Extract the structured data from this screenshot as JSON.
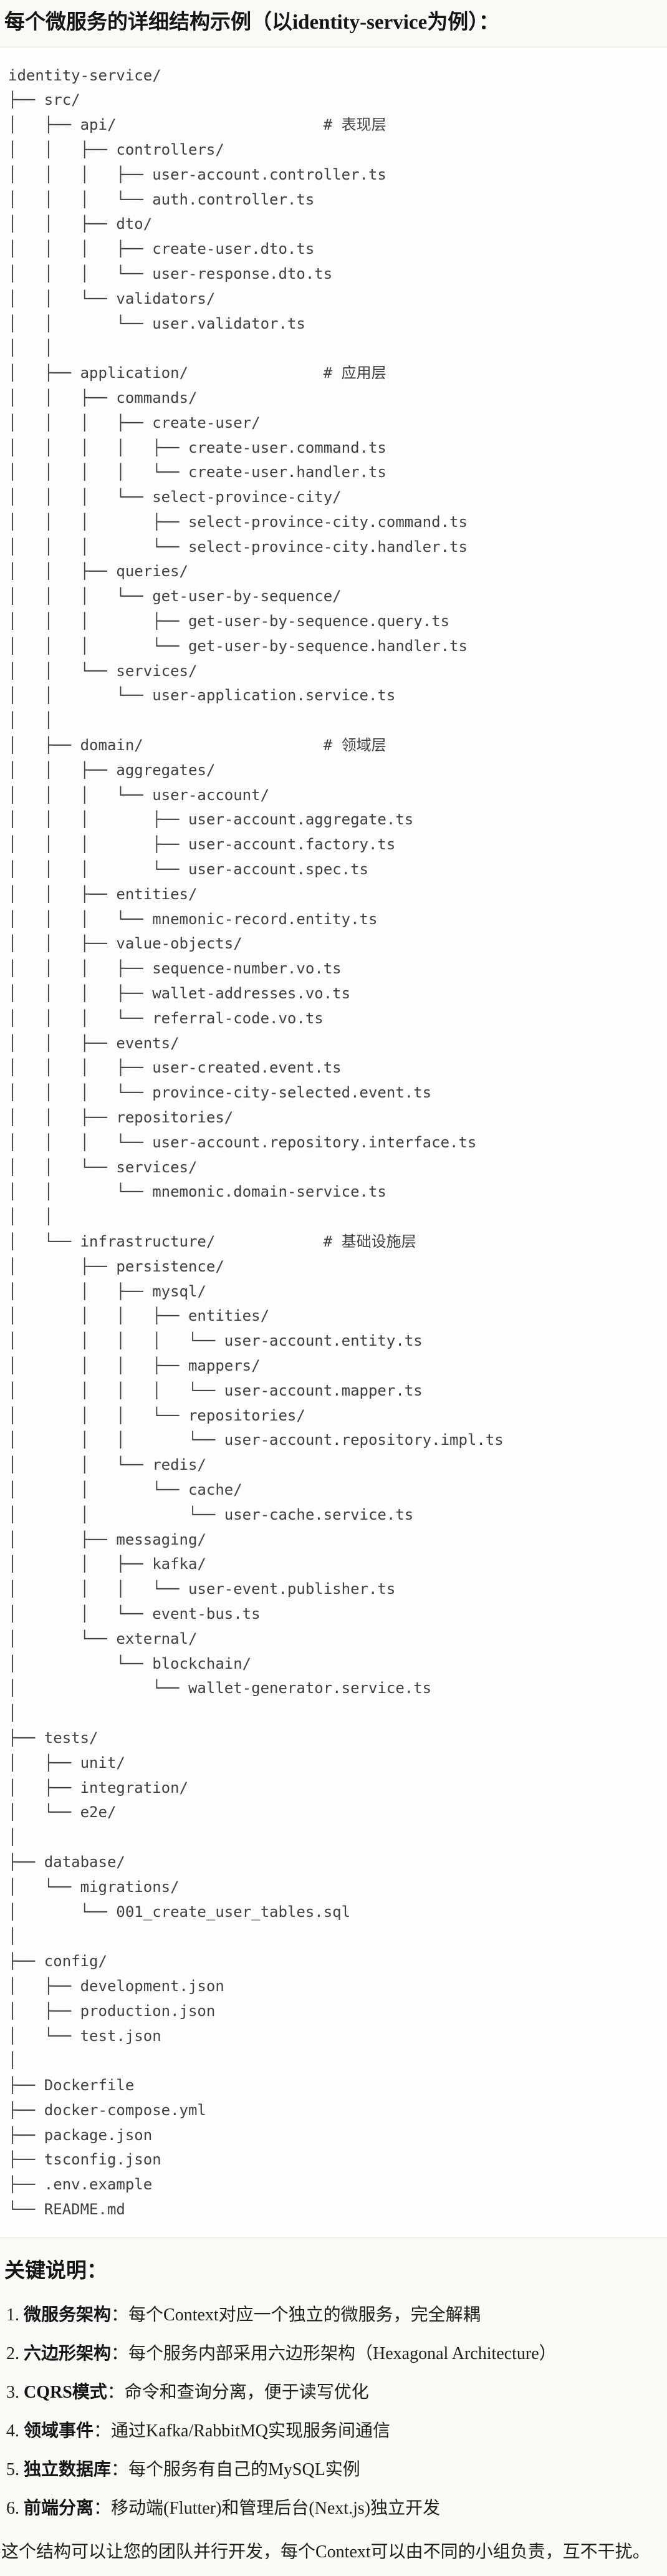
{
  "page": {
    "title": "每个微服务的详细结构示例（以identity-service为例）：",
    "section_heading": "关键说明："
  },
  "colors": {
    "page_background": "#FAF9F5",
    "code_background": "#FDFDFB",
    "code_border": "#E7E5DF",
    "code_text": "#41403C",
    "heading_text": "#141413"
  },
  "tree": {
    "root": "identity-service/",
    "layer_comments": [
      "# 表现层",
      "# 应用层",
      "# 领域层",
      "# 基础设施层"
    ],
    "lines": [
      "identity-service/",
      "├── src/",
      "│   ├── api/                       # 表现层",
      "│   │   ├── controllers/",
      "│   │   │   ├── user-account.controller.ts",
      "│   │   │   └── auth.controller.ts",
      "│   │   ├── dto/",
      "│   │   │   ├── create-user.dto.ts",
      "│   │   │   └── user-response.dto.ts",
      "│   │   └── validators/",
      "│   │       └── user.validator.ts",
      "│   │",
      "│   ├── application/               # 应用层",
      "│   │   ├── commands/",
      "│   │   │   ├── create-user/",
      "│   │   │   │   ├── create-user.command.ts",
      "│   │   │   │   └── create-user.handler.ts",
      "│   │   │   └── select-province-city/",
      "│   │   │       ├── select-province-city.command.ts",
      "│   │   │       └── select-province-city.handler.ts",
      "│   │   ├── queries/",
      "│   │   │   └── get-user-by-sequence/",
      "│   │   │       ├── get-user-by-sequence.query.ts",
      "│   │   │       └── get-user-by-sequence.handler.ts",
      "│   │   └── services/",
      "│   │       └── user-application.service.ts",
      "│   │",
      "│   ├── domain/                    # 领域层",
      "│   │   ├── aggregates/",
      "│   │   │   └── user-account/",
      "│   │   │       ├── user-account.aggregate.ts",
      "│   │   │       ├── user-account.factory.ts",
      "│   │   │       └── user-account.spec.ts",
      "│   │   ├── entities/",
      "│   │   │   └── mnemonic-record.entity.ts",
      "│   │   ├── value-objects/",
      "│   │   │   ├── sequence-number.vo.ts",
      "│   │   │   ├── wallet-addresses.vo.ts",
      "│   │   │   └── referral-code.vo.ts",
      "│   │   ├── events/",
      "│   │   │   ├── user-created.event.ts",
      "│   │   │   └── province-city-selected.event.ts",
      "│   │   ├── repositories/",
      "│   │   │   └── user-account.repository.interface.ts",
      "│   │   └── services/",
      "│   │       └── mnemonic.domain-service.ts",
      "│   │",
      "│   └── infrastructure/            # 基础设施层",
      "│       ├── persistence/",
      "│       │   ├── mysql/",
      "│       │   │   ├── entities/",
      "│       │   │   │   └── user-account.entity.ts",
      "│       │   │   ├── mappers/",
      "│       │   │   │   └── user-account.mapper.ts",
      "│       │   │   └── repositories/",
      "│       │   │       └── user-account.repository.impl.ts",
      "│       │   └── redis/",
      "│       │       └── cache/",
      "│       │           └── user-cache.service.ts",
      "│       ├── messaging/",
      "│       │   ├── kafka/",
      "│       │   │   └── user-event.publisher.ts",
      "│       │   └── event-bus.ts",
      "│       └── external/",
      "│           └── blockchain/",
      "│               └── wallet-generator.service.ts",
      "│",
      "├── tests/",
      "│   ├── unit/",
      "│   ├── integration/",
      "│   └── e2e/",
      "│",
      "├── database/",
      "│   └── migrations/",
      "│       └── 001_create_user_tables.sql",
      "│",
      "├── config/",
      "│   ├── development.json",
      "│   ├── production.json",
      "│   └── test.json",
      "│",
      "├── Dockerfile",
      "├── docker-compose.yml",
      "├── package.json",
      "├── tsconfig.json",
      "├── .env.example",
      "└── README.md"
    ]
  },
  "notes": {
    "items": [
      {
        "num": "1.",
        "label": "微服务架构",
        "desc": "：每个Context对应一个独立的微服务，完全解耦"
      },
      {
        "num": "2.",
        "label": "六边形架构",
        "desc": "：每个服务内部采用六边形架构（Hexagonal Architecture）"
      },
      {
        "num": "3.",
        "label": "CQRS模式",
        "desc": "：命令和查询分离，便于读写优化"
      },
      {
        "num": "4.",
        "label": "领域事件",
        "desc": "：通过Kafka/RabbitMQ实现服务间通信"
      },
      {
        "num": "5.",
        "label": "独立数据库",
        "desc": "：每个服务有自己的MySQL实例"
      },
      {
        "num": "6.",
        "label": "前端分离",
        "desc": "：移动端(Flutter)和管理后台(Next.js)独立开发"
      }
    ],
    "footer": "这个结构可以让您的团队并行开发，每个Context可以由不同的小组负责，互不干扰。"
  }
}
